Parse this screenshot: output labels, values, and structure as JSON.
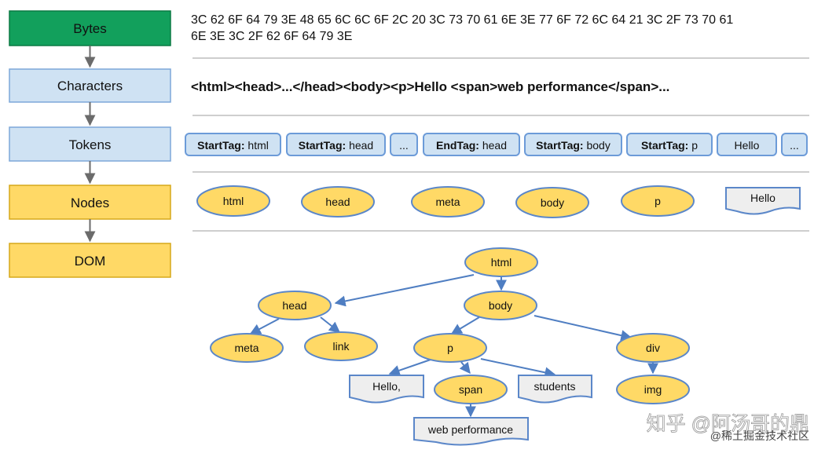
{
  "stages": [
    {
      "label": "Bytes",
      "fill": "#12a05c",
      "stroke": "#0b7a44"
    },
    {
      "label": "Characters",
      "fill": "#cfe2f3",
      "stroke": "#7da7d9"
    },
    {
      "label": "Tokens",
      "fill": "#cfe2f3",
      "stroke": "#7da7d9"
    },
    {
      "label": "Nodes",
      "fill": "#ffd966",
      "stroke": "#d6a81a"
    },
    {
      "label": "DOM",
      "fill": "#ffd966",
      "stroke": "#d6a81a"
    }
  ],
  "bytes_text": [
    "3C 62 6F 64 79 3E 48 65 6C 6C 6F 2C 20 3C 73 70 61 6E 3E 77 6F 72 6C 64 21 3C 2F 73 70 61",
    "6E 3E 3C 2F 62 6F 64 79 3E"
  ],
  "characters_text": "<html><head>...</head><body><p>Hello <span>web performance</span>...",
  "tokens": [
    {
      "kind": "StartTag:",
      "value": "html"
    },
    {
      "kind": "StartTag:",
      "value": "head"
    },
    {
      "kind": "",
      "value": "..."
    },
    {
      "kind": "EndTag:",
      "value": "head"
    },
    {
      "kind": "StartTag:",
      "value": "body"
    },
    {
      "kind": "StartTag:",
      "value": "p"
    },
    {
      "kind": "",
      "value": "Hello"
    },
    {
      "kind": "",
      "value": "..."
    }
  ],
  "nodes": [
    "html",
    "head",
    "meta",
    "body",
    "p"
  ],
  "text_node": "Hello",
  "dom": {
    "ellipses": [
      "html",
      "head",
      "body",
      "meta",
      "link",
      "p",
      "div",
      "span",
      "img"
    ],
    "text_nodes": [
      "Hello,",
      "students",
      "web performance"
    ]
  },
  "watermark": {
    "main": "知乎 @阿汤哥的鼎",
    "sub": "@稀土掘金技术社区"
  },
  "colors": {
    "node_fill": "#ffd966",
    "node_stroke": "#5b87c9",
    "arrow": "#4f7ec2",
    "stage_arrow": "#6b6b6b",
    "token_fill": "#cfe2f3",
    "token_stroke": "#6c9bd8",
    "divider": "#bdbdbd",
    "text_fill": "#eeeeee"
  }
}
